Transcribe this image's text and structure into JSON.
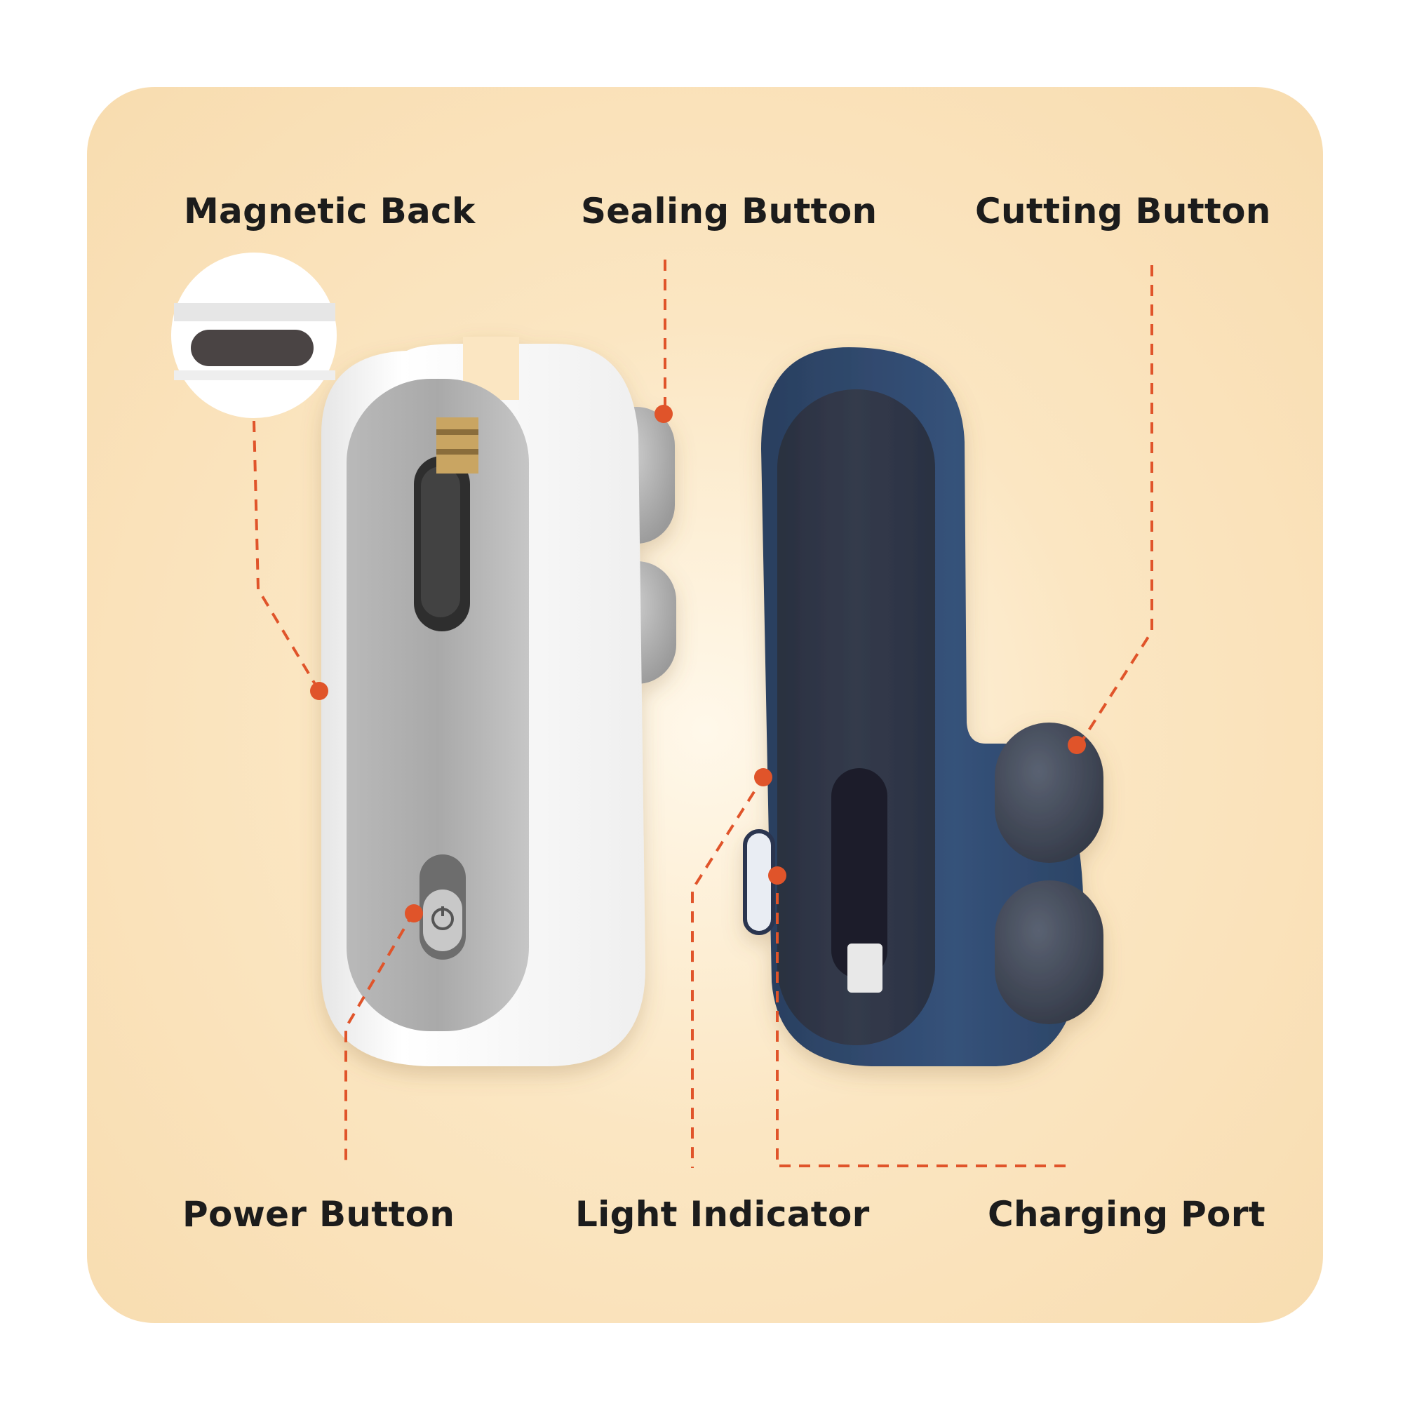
{
  "labels": {
    "magnetic_back": "Magnetic Back",
    "sealing_button": "Sealing Button",
    "cutting_button": "Cutting Button",
    "power_button": "Power Button",
    "light_indicator": "Light Indicator",
    "charging_port": "Charging Port"
  },
  "colors": {
    "panel": "#f8dcaf",
    "callout": "#e0542a",
    "white_device": "#f4f4f4",
    "blue_device": "#2f4a6e"
  }
}
